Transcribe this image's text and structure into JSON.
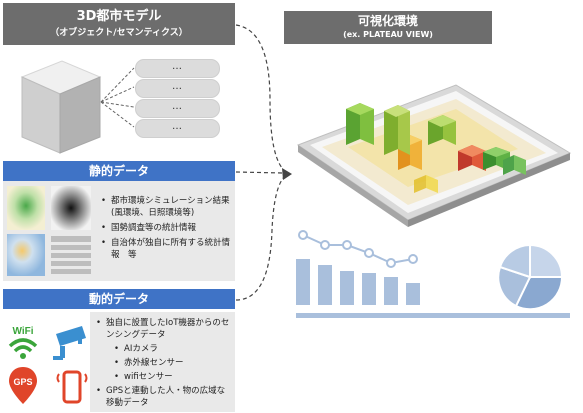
{
  "city_model": {
    "title": "3D都市モデル",
    "subtitle": "（オブジェクト/セマンティクス）",
    "attributes": [
      "…",
      "…",
      "…",
      "…"
    ]
  },
  "static_data": {
    "title": "静的データ",
    "items": [
      "都市環境シミュレーション結果(風環境、日照環境等)",
      "国勢調査等の統計情報",
      "自治体が独自に所有する統計情報　等"
    ]
  },
  "dynamic_data": {
    "title": "動的データ",
    "icon_labels": {
      "wifi": "WiFi",
      "gps": "GPS"
    },
    "items": [
      {
        "text": "独自に設置したIoT機器からのセンシングデータ",
        "level": 0
      },
      {
        "text": "AIカメラ",
        "level": 1
      },
      {
        "text": "赤外線センサー",
        "level": 1
      },
      {
        "text": "wifiセンサー",
        "level": 1
      },
      {
        "text": "GPSと連動した人・物の広域な移動データ",
        "level": 0
      }
    ]
  },
  "visualization": {
    "title": "可視化環境",
    "subtitle": "(ex. PLATEAU VIEW)"
  },
  "icons": [
    "cube-icon",
    "heatmap-thumbnail",
    "table-thumbnail",
    "wifi-icon",
    "camera-icon",
    "gps-pin-icon",
    "phone-icon",
    "tablet-3d-city",
    "line-chart-icon",
    "bar-chart-icon",
    "pie-chart-icon"
  ],
  "colors": {
    "header_gray": "#6d6d6d",
    "header_blue": "#3f73c6",
    "panel_bg": "#e9e9e9",
    "chart_blue": "#a9bfdc",
    "icon_green": "#3aa53a",
    "icon_red": "#e0452a",
    "icon_blue": "#3a8fd0"
  }
}
